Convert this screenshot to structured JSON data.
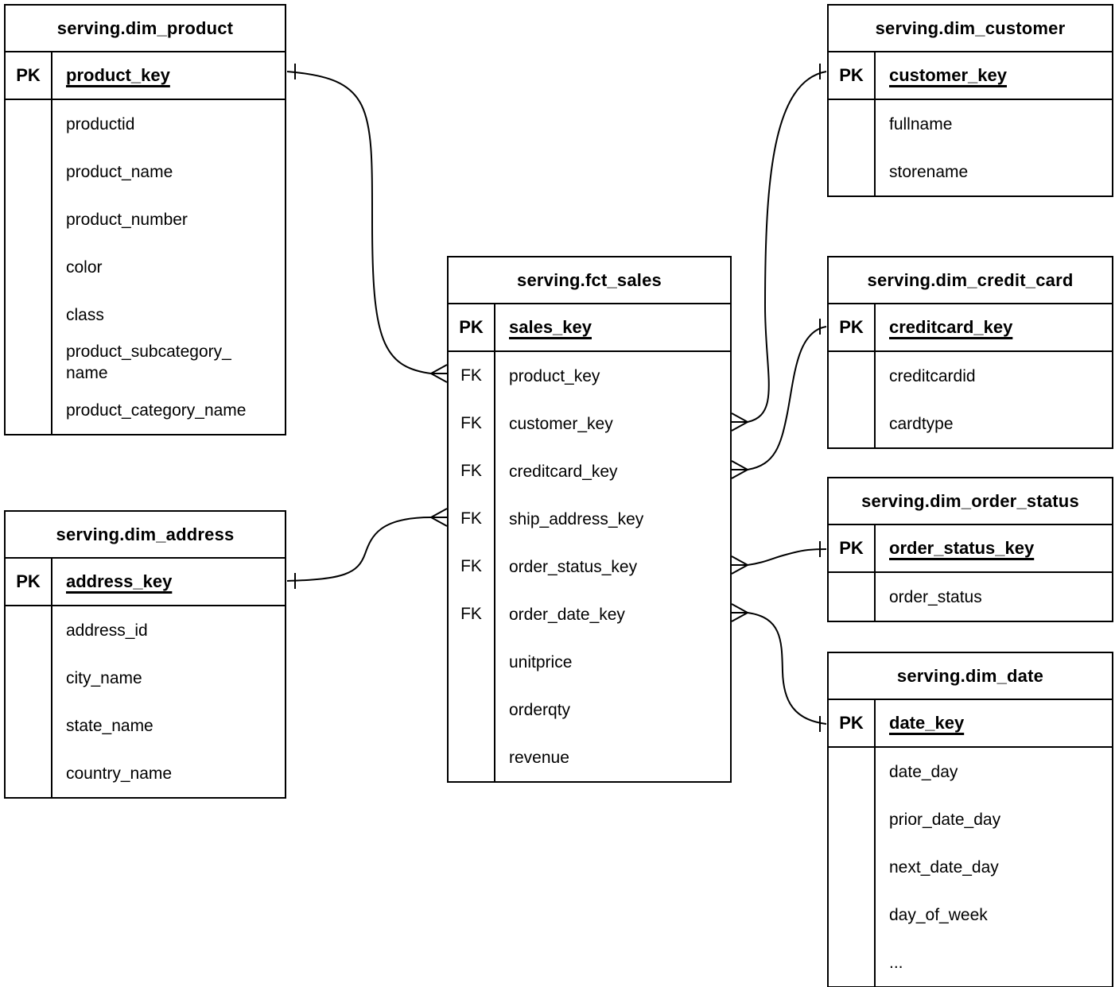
{
  "tables": {
    "dim_product": {
      "title": "serving.dim_product",
      "pk_label": "PK",
      "pk_field": "product_key",
      "attributes": [
        "productid",
        "product_name",
        "product_number",
        "color",
        "class",
        "product_subcategory_\nname",
        "product_category_name"
      ]
    },
    "dim_customer": {
      "title": "serving.dim_customer",
      "pk_label": "PK",
      "pk_field": "customer_key",
      "attributes": [
        "fullname",
        "storename"
      ]
    },
    "dim_credit_card": {
      "title": "serving.dim_credit_card",
      "pk_label": "PK",
      "pk_field": "creditcard_key",
      "attributes": [
        "creditcardid",
        "cardtype"
      ]
    },
    "dim_order_status": {
      "title": "serving.dim_order_status",
      "pk_label": "PK",
      "pk_field": "order_status_key",
      "attributes": [
        "order_status"
      ]
    },
    "dim_date": {
      "title": "serving.dim_date",
      "pk_label": "PK",
      "pk_field": "date_key",
      "attributes": [
        "date_day",
        "prior_date_day",
        "next_date_day",
        "day_of_week",
        "..."
      ]
    },
    "dim_address": {
      "title": "serving.dim_address",
      "pk_label": "PK",
      "pk_field": "address_key",
      "attributes": [
        "address_id",
        "city_name",
        "state_name",
        "country_name"
      ]
    },
    "fct_sales": {
      "title": "serving.fct_sales",
      "pk_label": "PK",
      "pk_field": "sales_key",
      "rows": [
        {
          "tag": "FK",
          "name": "product_key"
        },
        {
          "tag": "FK",
          "name": "customer_key"
        },
        {
          "tag": "FK",
          "name": "creditcard_key"
        },
        {
          "tag": "FK",
          "name": "ship_address_key"
        },
        {
          "tag": "FK",
          "name": "order_status_key"
        },
        {
          "tag": "FK",
          "name": "order_date_key"
        },
        {
          "tag": "",
          "name": "unitprice"
        },
        {
          "tag": "",
          "name": "orderqty"
        },
        {
          "tag": "",
          "name": "revenue"
        }
      ]
    }
  },
  "relationships": [
    {
      "many_end": "serving.fct_sales.product_key",
      "one_end": "serving.dim_product.product_key",
      "cardinality": "many-to-one"
    },
    {
      "many_end": "serving.fct_sales.customer_key",
      "one_end": "serving.dim_customer.customer_key",
      "cardinality": "many-to-one"
    },
    {
      "many_end": "serving.fct_sales.creditcard_key",
      "one_end": "serving.dim_credit_card.creditcard_key",
      "cardinality": "many-to-one"
    },
    {
      "many_end": "serving.fct_sales.ship_address_key",
      "one_end": "serving.dim_address.address_key",
      "cardinality": "many-to-one"
    },
    {
      "many_end": "serving.fct_sales.order_status_key",
      "one_end": "serving.dim_order_status.order_status_key",
      "cardinality": "many-to-one"
    },
    {
      "many_end": "serving.fct_sales.order_date_key",
      "one_end": "serving.dim_date.date_key",
      "cardinality": "many-to-one"
    }
  ],
  "colors": {
    "line": "#000000",
    "background": "#ffffff",
    "text": "#000000"
  }
}
